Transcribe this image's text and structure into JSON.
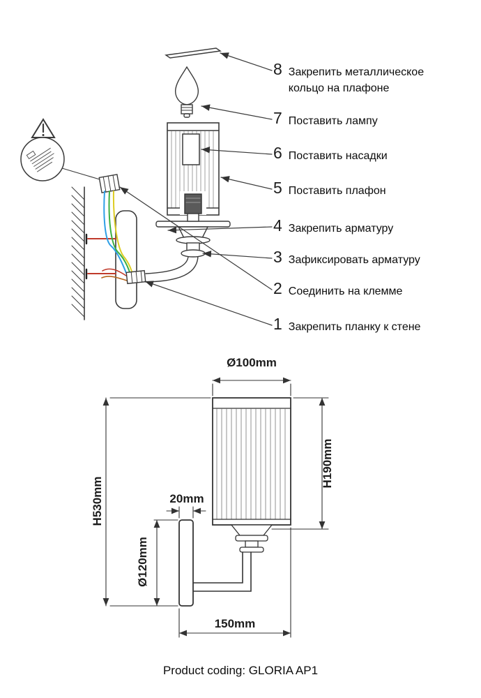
{
  "assembly": {
    "steps": [
      {
        "num": "1",
        "label": "Закрепить планку к стене"
      },
      {
        "num": "2",
        "label": "Соединить на клемме"
      },
      {
        "num": "3",
        "label": "Зафиксировать арматуру"
      },
      {
        "num": "4",
        "label": "Закрепить арматуру"
      },
      {
        "num": "5",
        "label": "Поставить плафон"
      },
      {
        "num": "6",
        "label": "Поставить насадки"
      },
      {
        "num": "7",
        "label": "Поставить лампу"
      },
      {
        "num": "8",
        "label": "Закрепить металлическое кольцо на плафоне"
      }
    ]
  },
  "dimensions": {
    "top_diameter": "Ø100mm",
    "shade_height": "H190mm",
    "total_height": "H530mm",
    "plate_thickness": "20mm",
    "plate_diameter": "Ø120mm",
    "projection": "150mm"
  },
  "footer": {
    "product_coding": "Product coding: GLORIA AP1"
  },
  "colors": {
    "line": "#3a3a3a",
    "wire_blue": "#2e9fe6",
    "wire_green": "#3cb043",
    "wire_yellow": "#ddcc22",
    "wire_orange": "#b5651d",
    "screw_red": "#c03a2b"
  }
}
